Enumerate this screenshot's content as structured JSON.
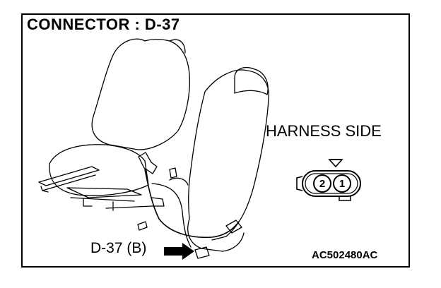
{
  "title": "CONNECTOR : D-37",
  "harness_label": "HARNESS SIDE",
  "connector_label": "D-37 (B)",
  "figure_id": "AC502480AC",
  "connector_pins": [
    "2",
    "1"
  ]
}
